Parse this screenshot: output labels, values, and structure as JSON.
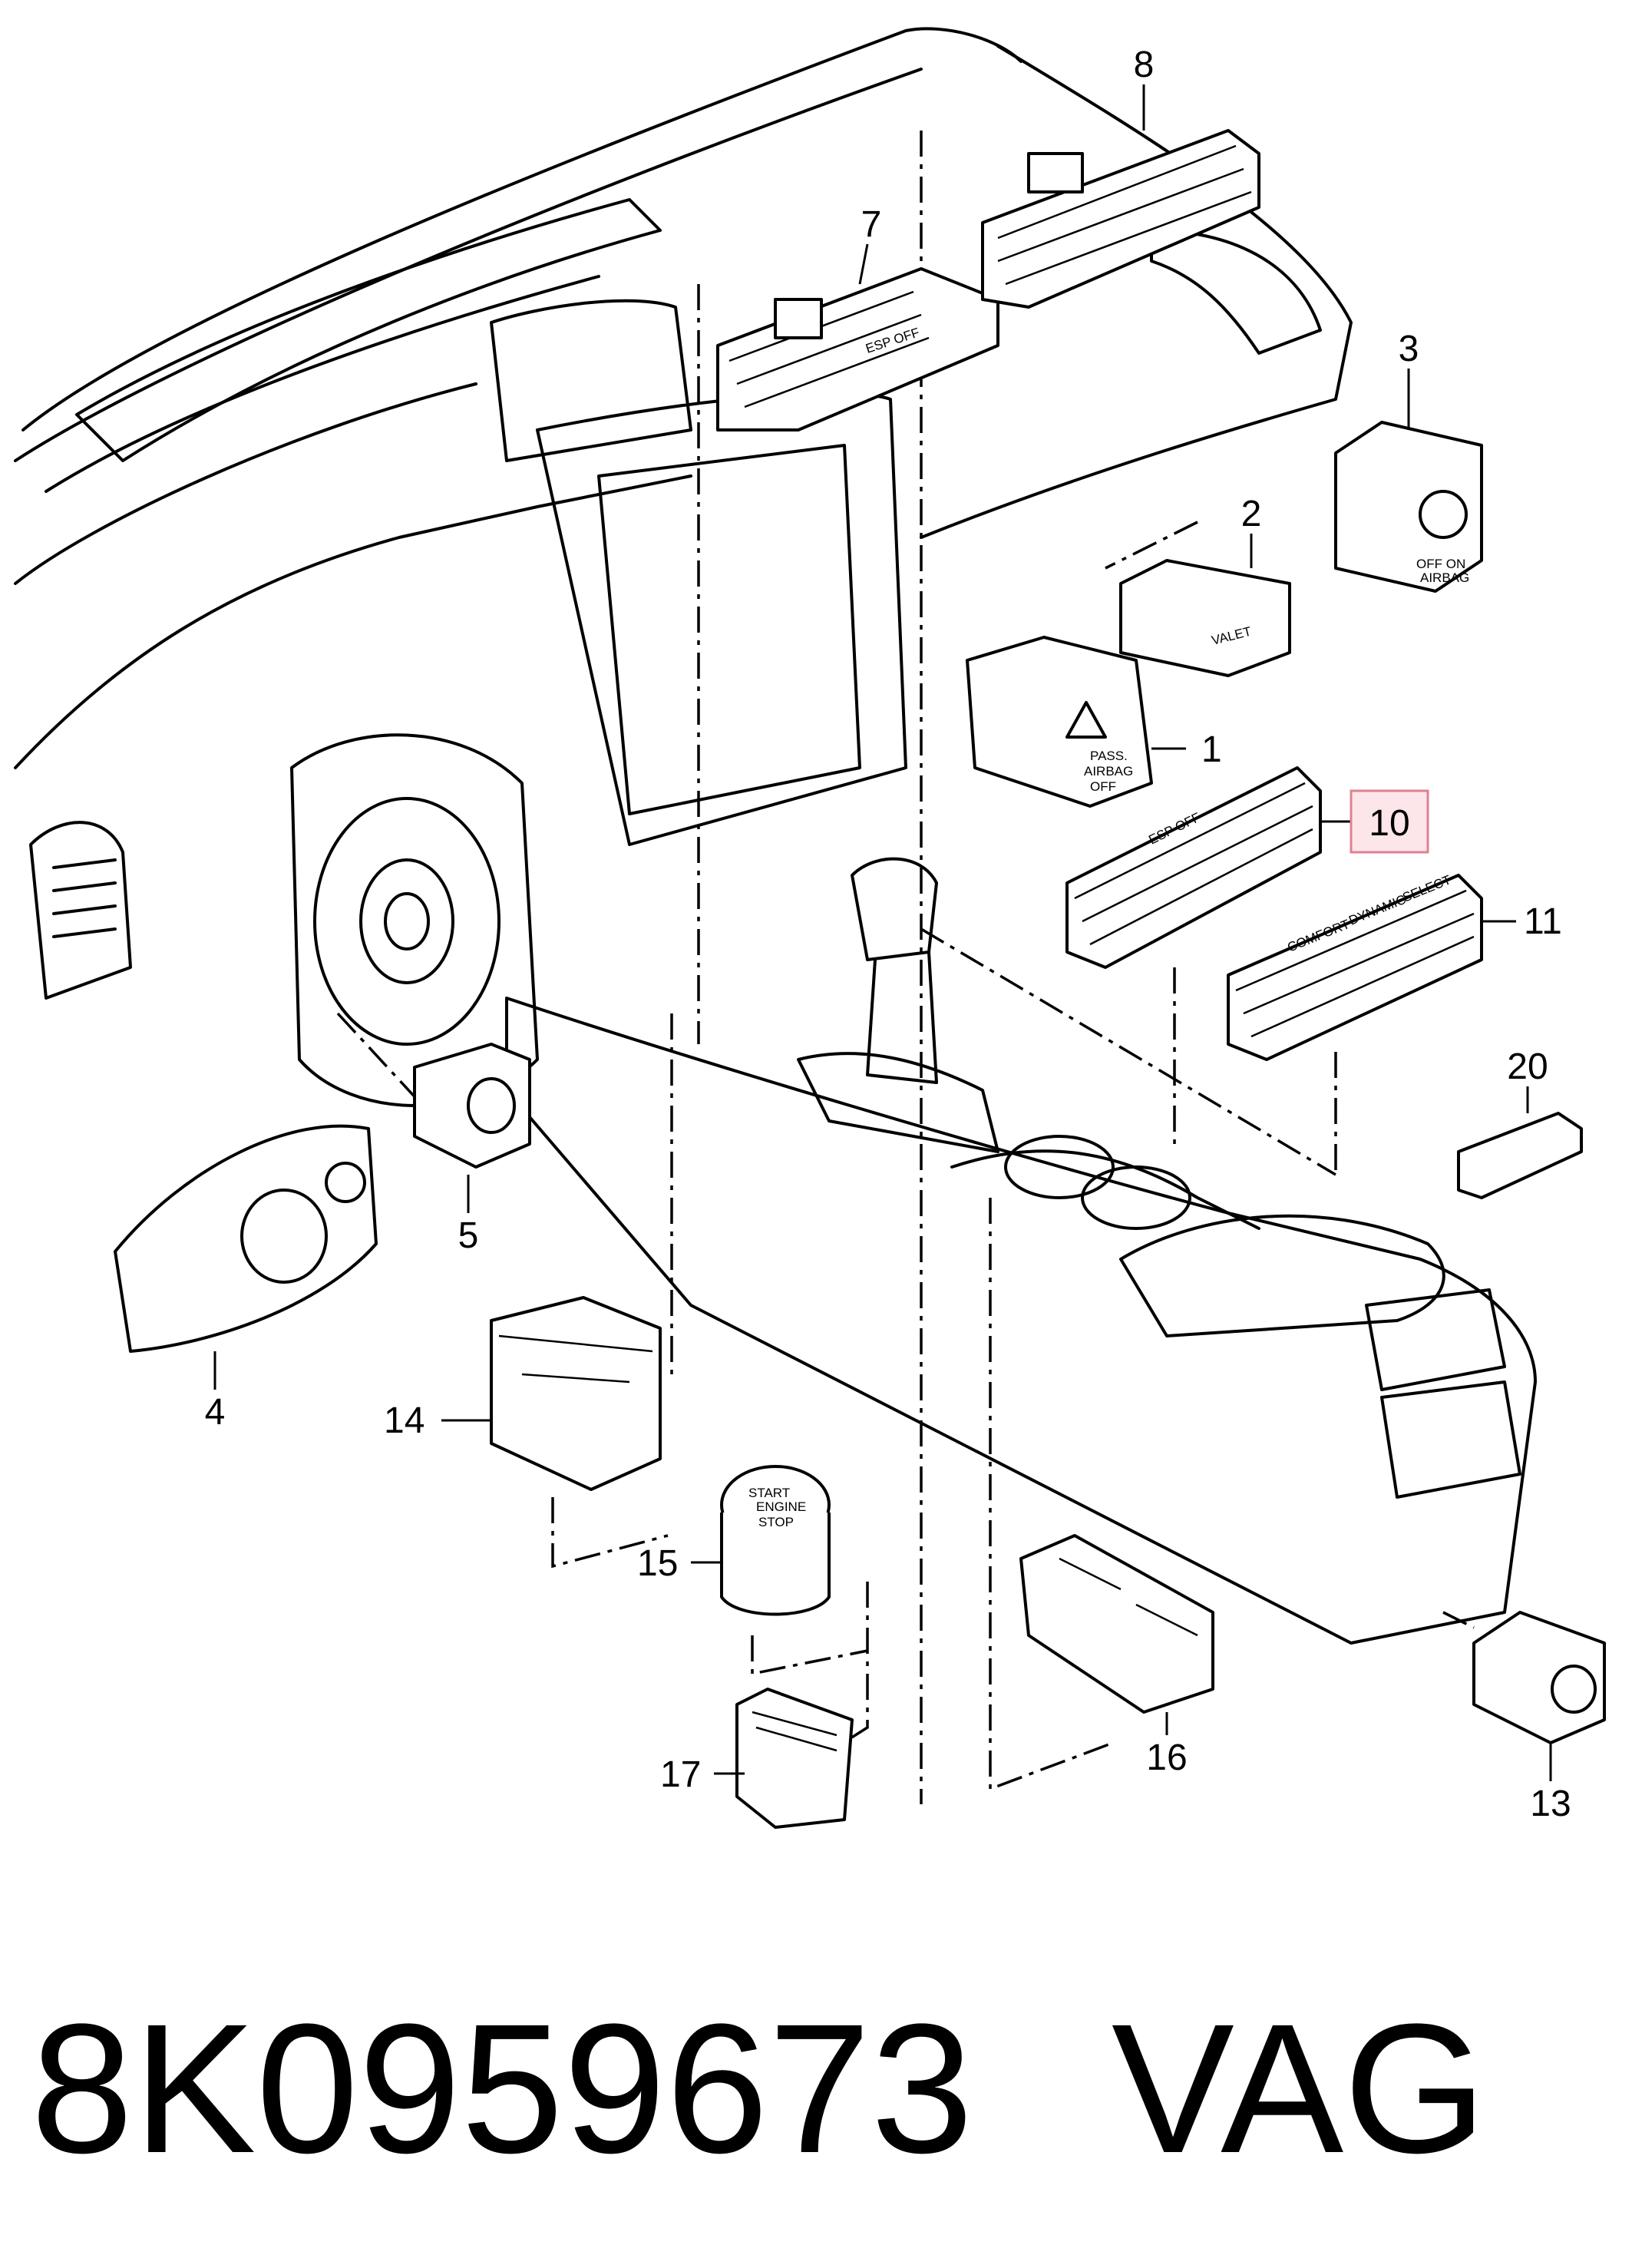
{
  "callouts": [
    {
      "id": "c1",
      "text": "1"
    },
    {
      "id": "c2",
      "text": "2"
    },
    {
      "id": "c3",
      "text": "3"
    },
    {
      "id": "c4",
      "text": "4"
    },
    {
      "id": "c5",
      "text": "5"
    },
    {
      "id": "c7",
      "text": "7"
    },
    {
      "id": "c8",
      "text": "8"
    },
    {
      "id": "c10",
      "text": "10",
      "highlighted": true
    },
    {
      "id": "c11",
      "text": "11"
    },
    {
      "id": "c13",
      "text": "13"
    },
    {
      "id": "c14",
      "text": "14"
    },
    {
      "id": "c15",
      "text": "15"
    },
    {
      "id": "c16",
      "text": "16"
    },
    {
      "id": "c17",
      "text": "17"
    },
    {
      "id": "c20",
      "text": "20"
    }
  ],
  "button_labels": {
    "esp_off_top": "ESP OFF",
    "esp_off_10": "ESP OFF",
    "valet": "VALET",
    "pass_airbag_off": [
      "PASS.",
      "AIRBAG",
      "OFF"
    ],
    "off_on_airbag": [
      "OFF ON",
      "AIRBAG"
    ],
    "drive_select": [
      "COMFORT",
      "DYNAMIC",
      "SELECT"
    ],
    "start_stop": [
      "START",
      "ENGINE",
      "STOP"
    ]
  },
  "highlight_color": "#e08090",
  "footer": {
    "part_number": "8K0959673",
    "brand": "VAG"
  }
}
